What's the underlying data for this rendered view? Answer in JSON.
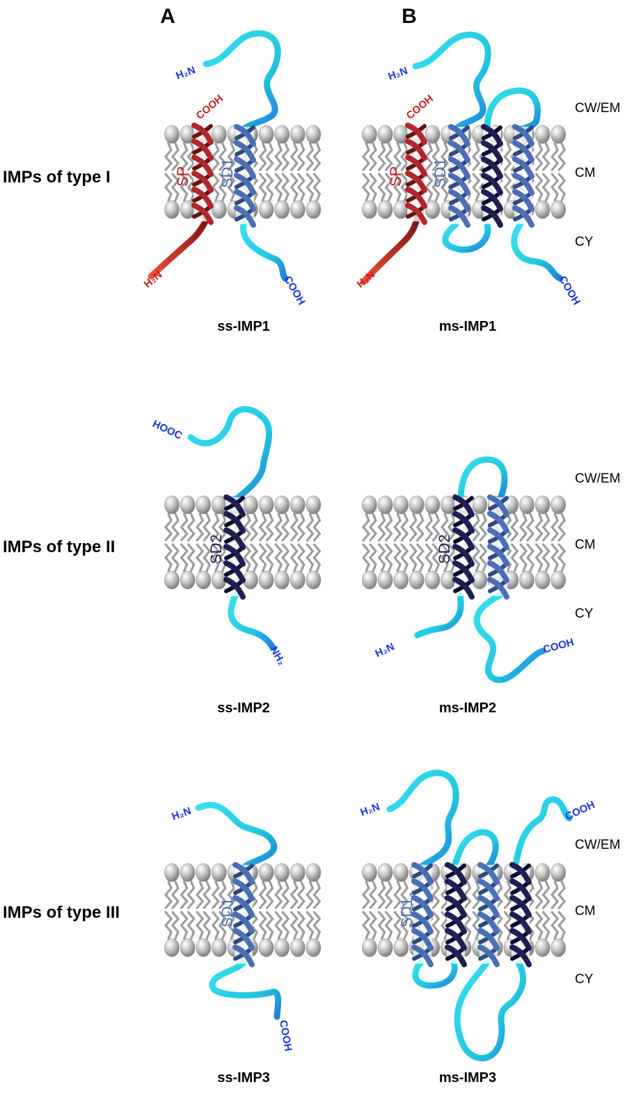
{
  "panels": {
    "a": "A",
    "b": "B"
  },
  "rows": [
    {
      "title": "IMPs of type I",
      "left": {
        "caption": "ss-IMP1",
        "helix_labels": [
          "SP",
          "SD1"
        ],
        "termini": {
          "top": "H₂N",
          "cooh_red": "COOH",
          "bottom_left": "H₂N",
          "bottom_right": "COOH"
        }
      },
      "right": {
        "caption": "ms-IMP1",
        "helix_labels": [
          "SP",
          "SD1"
        ],
        "termini": {
          "top": "H₂N",
          "cooh_red": "COOH",
          "bottom_left": "H₂N",
          "bottom_right": "COOH"
        }
      },
      "regions": [
        "CW/EM",
        "CM",
        "CY"
      ]
    },
    {
      "title": "IMPs of type II",
      "left": {
        "caption": "ss-IMP2",
        "helix_labels": [
          "SD2"
        ],
        "termini": {
          "top": "HOOC",
          "bottom": "NH₂"
        }
      },
      "right": {
        "caption": "ms-IMP2",
        "helix_labels": [
          "SD2"
        ],
        "termini": {
          "bottom_left": "H₂N",
          "bottom_right": "COOH"
        }
      },
      "regions": [
        "CW/EM",
        "CM",
        "CY"
      ]
    },
    {
      "title": "IMPs of type III",
      "left": {
        "caption": "ss-IMP3",
        "helix_labels": [
          "SD1"
        ],
        "termini": {
          "top": "H₂N",
          "bottom": "COOH"
        }
      },
      "right": {
        "caption": "ms-IMP3",
        "helix_labels": [
          "SD1"
        ],
        "termini": {
          "top_left": "H₂N",
          "top_right": "COOH"
        }
      },
      "regions": [
        "CW/EM",
        "CM",
        "CY"
      ]
    }
  ],
  "colors": {
    "red_helix": "#b3262a",
    "light_blue_helix": "#4a6fb5",
    "dark_blue_helix": "#1f1f52",
    "loop_cyan": "#22cde0",
    "loop_blue": "#1f7fd6",
    "terminus_blue": "#1a35d6",
    "terminus_red": "#c41e1e",
    "lipid_gray": "#9c9c9c"
  }
}
